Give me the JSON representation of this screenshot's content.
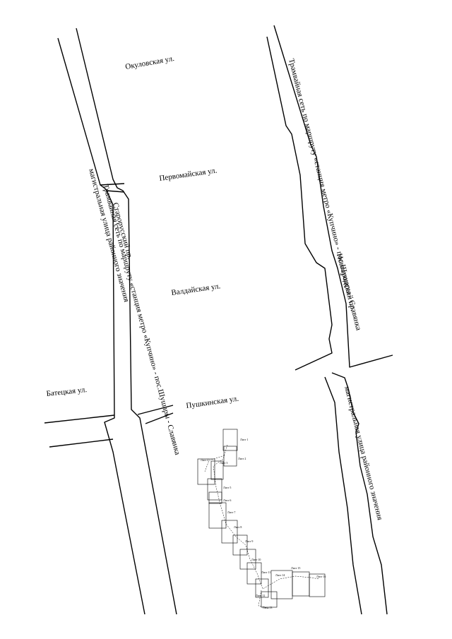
{
  "colors": {
    "line": "#000000",
    "background": "#ffffff"
  },
  "streets": {
    "okulovskaya": "Окуловская ул.",
    "pervomayskaya": "Первомайская ул.",
    "valdayskaya": "Валдайская ул.",
    "batetskaya": "Батецкая ул.",
    "pushkinskaya": "Пушкинская ул."
  },
  "avenues": {
    "left": {
      "name": "Старорусский пр.",
      "tram": "Трамвайная сеть по маршруту «станция метро «Купчино» - пос.Шушары - Славянка",
      "highway": "магистральная улица районного значения"
    },
    "right": {
      "tram": "Трамвайная сеть по маршруту «станция метро «Купчино» - пос.Шушары - Славянка",
      "name": "Новгородский пр.",
      "highway": "магистральная улица районного значения"
    }
  },
  "sheets": [
    {
      "label": "Лист 1"
    },
    {
      "label": "Лист 2"
    },
    {
      "label": "Лист 3"
    },
    {
      "label": "Лист 4"
    },
    {
      "label": "Лист 5"
    },
    {
      "label": "Лист 6"
    },
    {
      "label": "Лист 7"
    },
    {
      "label": "Лист 8"
    },
    {
      "label": "Лист 9"
    },
    {
      "label": "Лист 10"
    },
    {
      "label": "Лист 11"
    },
    {
      "label": "Лист 12"
    },
    {
      "label": "Лист 13"
    },
    {
      "label": "Лист 14"
    },
    {
      "label": "Лист 15"
    },
    {
      "label": "Лист 16"
    }
  ]
}
